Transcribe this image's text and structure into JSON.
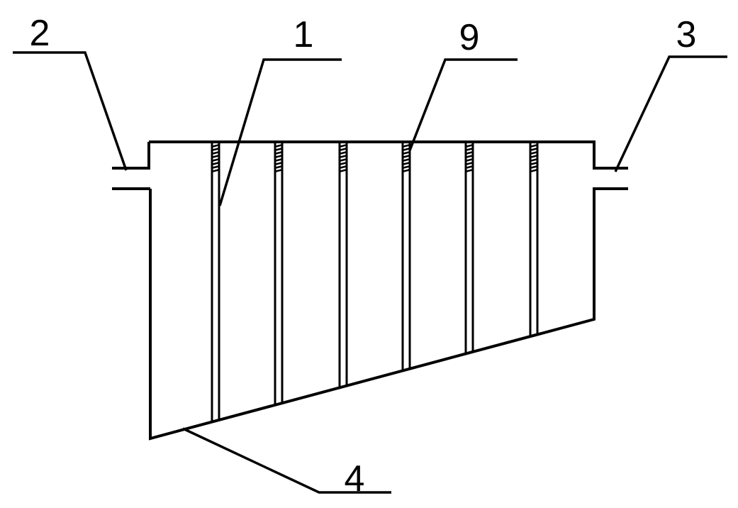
{
  "labels": {
    "inlet": "2",
    "plate": "1",
    "top_part": "9",
    "outlet": "3",
    "bottom": "4"
  },
  "colors": {
    "line": "#000000",
    "background": "#ffffff"
  }
}
